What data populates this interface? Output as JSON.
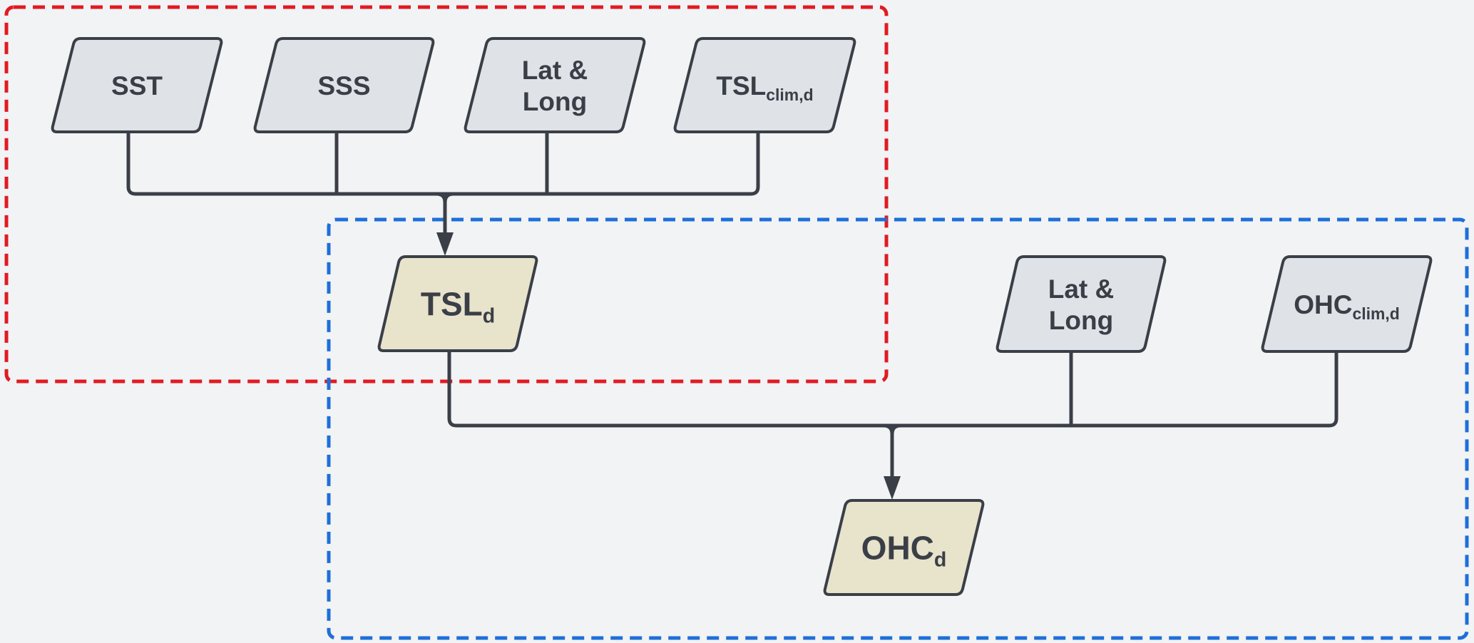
{
  "diagram": {
    "groups": [
      {
        "id": "red-group",
        "color": "#e01b22"
      },
      {
        "id": "blue-group",
        "color": "#1e6fd9"
      }
    ],
    "colors": {
      "background": "#f2f3f5",
      "input_fill": "#dfe2e6",
      "output_fill": "#e8e3cb",
      "stroke": "#3a3f47"
    },
    "nodes": [
      {
        "id": "sst",
        "lines": [
          {
            "main": "SST",
            "sub": ""
          }
        ],
        "kind": "input"
      },
      {
        "id": "sss",
        "lines": [
          {
            "main": "SSS",
            "sub": ""
          }
        ],
        "kind": "input"
      },
      {
        "id": "latlong1",
        "lines": [
          {
            "main": "Lat &",
            "sub": ""
          },
          {
            "main": "Long",
            "sub": ""
          }
        ],
        "kind": "input"
      },
      {
        "id": "tslclim",
        "lines": [
          {
            "main": "TSL",
            "sub": "clim,d"
          }
        ],
        "kind": "input"
      },
      {
        "id": "tsld",
        "lines": [
          {
            "main": "TSL",
            "sub": "d"
          }
        ],
        "kind": "output"
      },
      {
        "id": "latlong2",
        "lines": [
          {
            "main": "Lat &",
            "sub": ""
          },
          {
            "main": "Long",
            "sub": ""
          }
        ],
        "kind": "input"
      },
      {
        "id": "ohcclim",
        "lines": [
          {
            "main": "OHC",
            "sub": "clim,d"
          }
        ],
        "kind": "input"
      },
      {
        "id": "ohcd",
        "lines": [
          {
            "main": "OHC",
            "sub": "d"
          }
        ],
        "kind": "output"
      }
    ],
    "edges": [
      {
        "from": [
          "sst",
          "sss",
          "latlong1",
          "tslclim"
        ],
        "to": "tsld"
      },
      {
        "from": [
          "tsld",
          "latlong2",
          "ohcclim"
        ],
        "to": "ohcd"
      }
    ]
  }
}
